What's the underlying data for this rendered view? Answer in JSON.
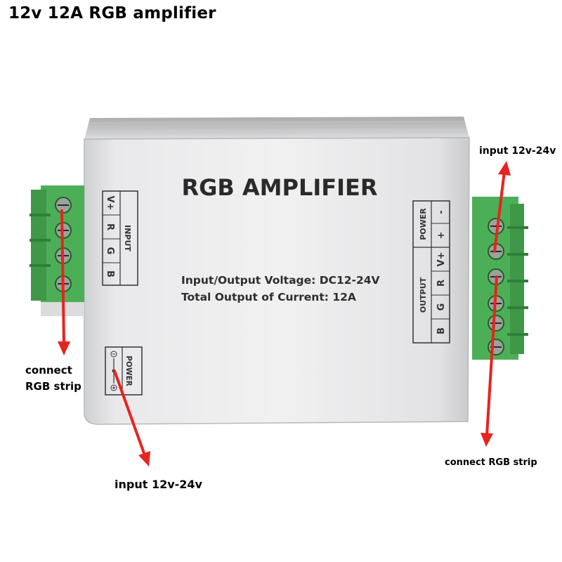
{
  "title": "12v 12A RGB amplifier",
  "device": {
    "heading": "RGB AMPLIFIER",
    "spec_voltage": "Input/Output Voltage:  DC12-24V",
    "spec_current": "Total Output of Current: 12A",
    "input_label": "INPUT",
    "input_pins": [
      "V+",
      "R",
      "G",
      "B"
    ],
    "power_input_label": "POWER",
    "power_label": "POWER",
    "power_pins": [
      "+",
      "-"
    ],
    "output_label": "OUTPUT",
    "output_pins": [
      "V+",
      "R",
      "G",
      "B"
    ]
  },
  "callouts": {
    "left_line1": "connect",
    "left_line2": "RGB strip",
    "bottom": "input 12v-24v",
    "right_top": "input 12v-24v",
    "right_bottom": "connect RGB strip"
  },
  "colors": {
    "arrow": "#e8231f",
    "terminal_green": "#4fb35a",
    "body_silver": "#e4e4e6"
  }
}
